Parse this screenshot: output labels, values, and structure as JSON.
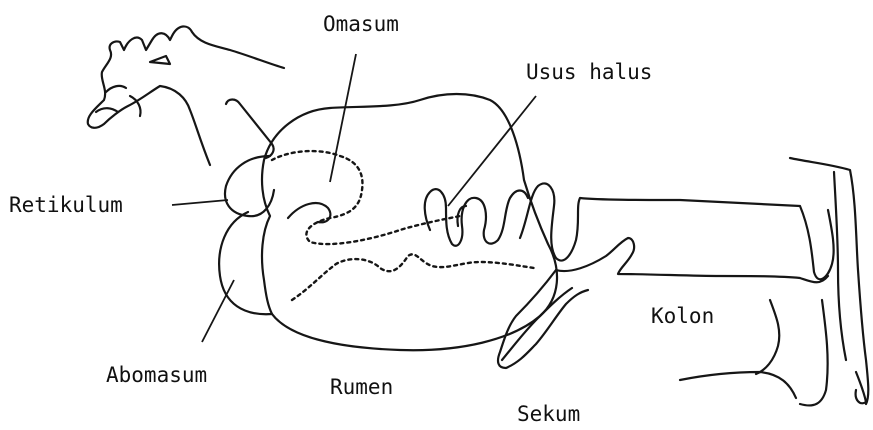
{
  "labels": {
    "omasum": "Omasum",
    "usus_halus": "Usus halus",
    "retikulum": "Retikulum",
    "kolon": "Kolon",
    "abomasum": "Abomasum",
    "rumen": "Rumen",
    "sekum": "Sekum"
  },
  "colors": {
    "ink": "#161616",
    "background": "#ffffff"
  }
}
